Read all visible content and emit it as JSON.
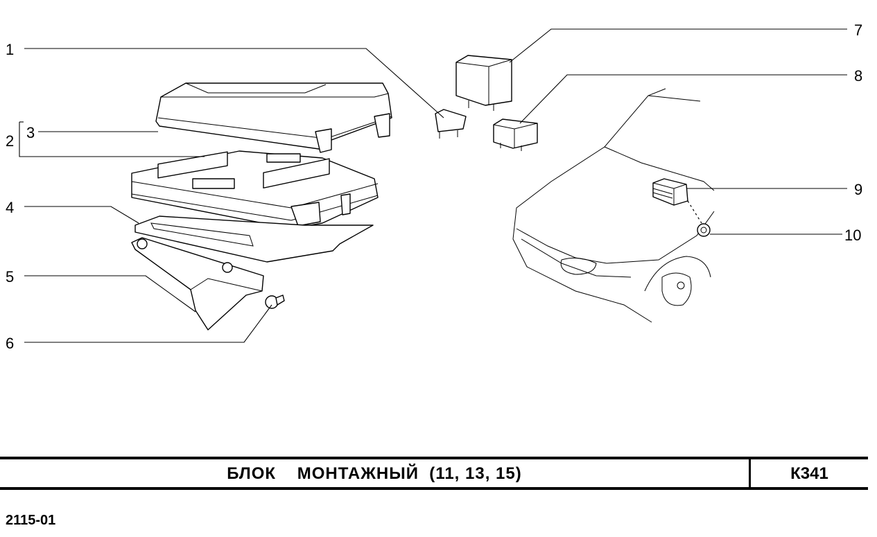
{
  "diagram": {
    "callouts": [
      "1",
      "2",
      "3",
      "4",
      "5",
      "6",
      "7",
      "8",
      "9",
      "10"
    ]
  },
  "title_block": {
    "title": "БЛОК    МОНТАЖНЫЙ  (11, 13, 15)",
    "code": "К341"
  },
  "model": "2115-01"
}
